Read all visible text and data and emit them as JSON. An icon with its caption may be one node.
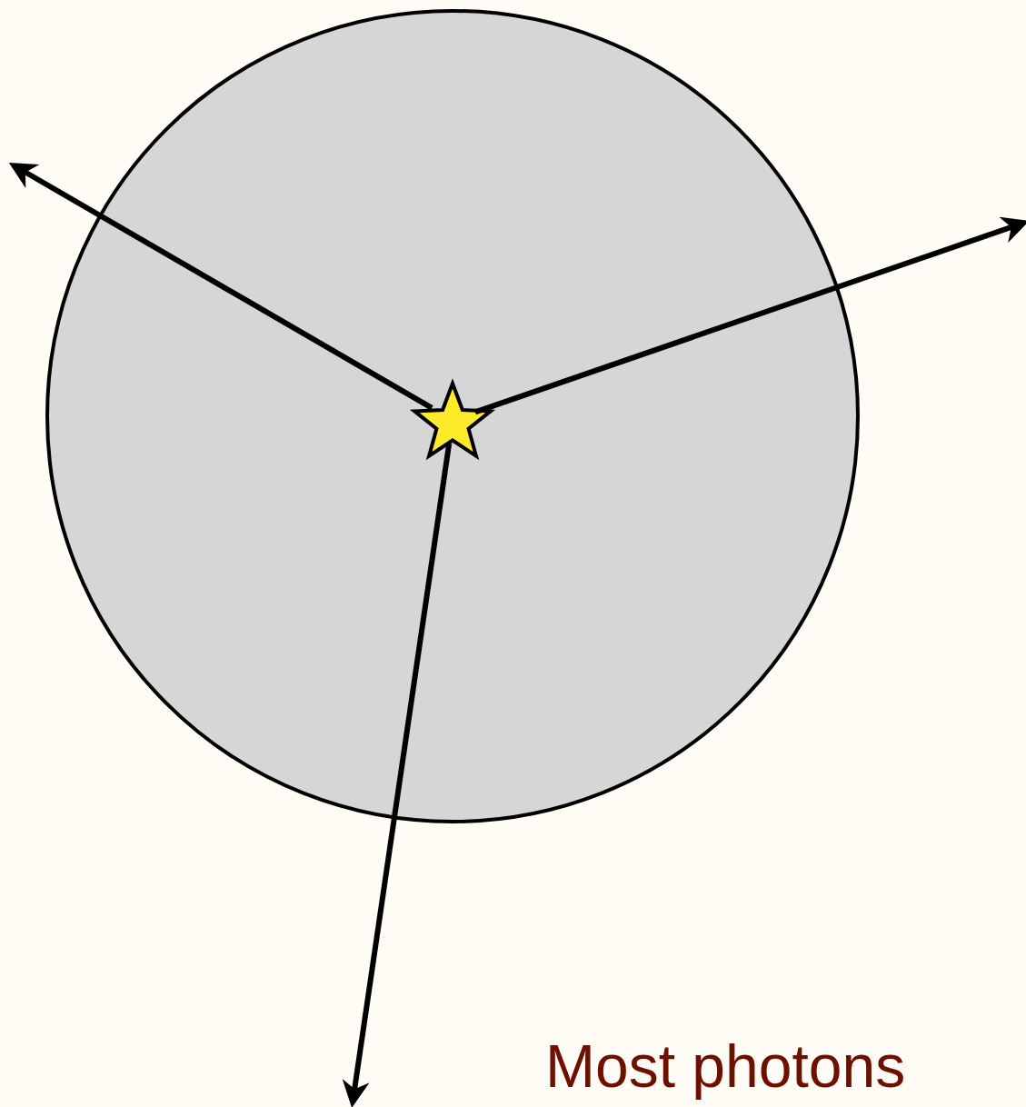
{
  "diagram": {
    "nodes": [
      {
        "text": [],
        "shape": "circle"
      },
      {
        "text": [],
        "shape": "star",
        "in": 0
      }
    ],
    "edges": [
      {
        "from": 1,
        "to": null,
        "arrow": "to"
      },
      {
        "from": 1,
        "to": null,
        "arrow": "to"
      },
      {
        "from": 1,
        "to": null,
        "arrow": "to"
      }
    ],
    "labels": [
      "Most photons"
    ]
  }
}
